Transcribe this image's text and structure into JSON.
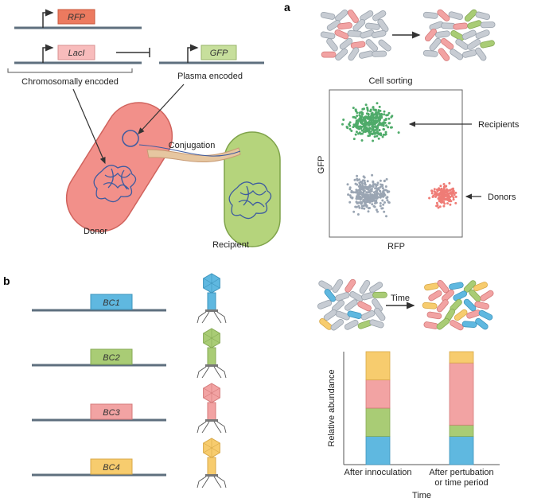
{
  "panel_a": {
    "letter": "a",
    "genes": {
      "rfp": "RFP",
      "lacl": "LacI",
      "gfp": "GFP"
    },
    "chromosomal_label": "Chromosomally encoded",
    "plasmid_label": "Plasma encoded",
    "conjugation_label": "Conjugation",
    "donor_label": "Donor",
    "recipient_label": "Recipient",
    "cell_sorting_label": "Cell sorting",
    "plot": {
      "xlabel": "RFP",
      "ylabel": "GFP",
      "recipients_label": "Recipients",
      "donors_label": "Donors"
    }
  },
  "panel_b": {
    "letter": "b",
    "barcodes": [
      "BC1",
      "BC2",
      "BC3",
      "BC4"
    ],
    "time_arrow_label": "Time",
    "colors": {
      "blue": "#5fb8e0",
      "green": "#a9cc75",
      "red": "#f2a3a3",
      "yellow": "#f7cc6e",
      "grey": "#c7ccd3"
    }
  },
  "chart_data": {
    "type": "bar",
    "stacked": true,
    "categories": [
      "After innoculation",
      "After pertubation\nor time period"
    ],
    "series": [
      {
        "color": "#5fb8e0",
        "values": [
          0.25,
          0.25
        ]
      },
      {
        "color": "#a9cc75",
        "values": [
          0.25,
          0.1
        ]
      },
      {
        "color": "#f2a3a3",
        "values": [
          0.25,
          0.55
        ]
      },
      {
        "color": "#f7cc6e",
        "values": [
          0.25,
          0.1
        ]
      }
    ],
    "xlabel": "Time",
    "ylabel": "Relative abundance"
  }
}
